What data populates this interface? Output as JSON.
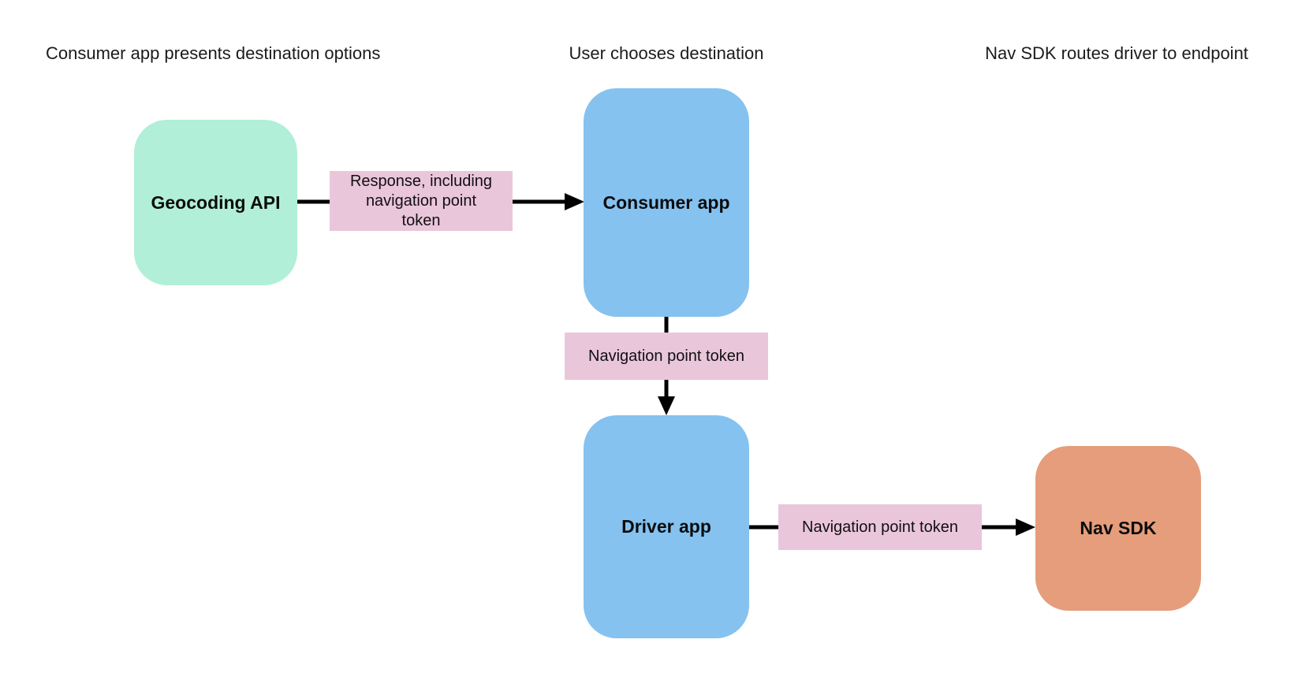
{
  "diagram": {
    "background": "#ffffff",
    "text_color": "#1b1b1d",
    "arrow_color": "#000000",
    "edge_label_bg": "#eac6da",
    "headers": [
      {
        "text": "Consumer app presents destination options"
      },
      {
        "text": "User chooses destination"
      },
      {
        "text": "Nav SDK routes driver to endpoint"
      }
    ],
    "nodes": [
      {
        "id": "geocoding-api",
        "label": "Geocoding API",
        "color": "#b1efd8"
      },
      {
        "id": "consumer-app",
        "label": "Consumer app",
        "color": "#85c2f0"
      },
      {
        "id": "driver-app",
        "label": "Driver app",
        "color": "#85c2f0"
      },
      {
        "id": "nav-sdk",
        "label": "Nav SDK",
        "color": "#e59d7b"
      }
    ],
    "edges": [
      {
        "from": "geocoding-api",
        "to": "consumer-app",
        "label": "Response, including\nnavigation point\ntoken",
        "label_color": "#eac6da"
      },
      {
        "from": "consumer-app",
        "to": "driver-app",
        "label": "Navigation point token",
        "label_color": "#eac6da"
      },
      {
        "from": "driver-app",
        "to": "nav-sdk",
        "label": "Navigation point token",
        "label_color": "#eac6da"
      }
    ]
  }
}
